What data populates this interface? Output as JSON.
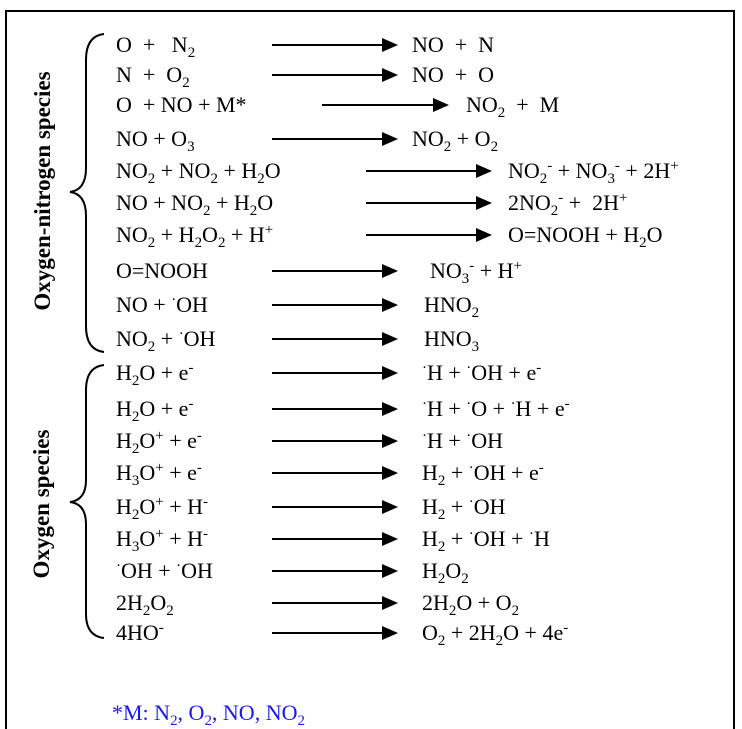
{
  "groups": {
    "oxygen_nitrogen": "Oxygen-nitrogen species",
    "oxygen": "Oxygen species"
  },
  "footnote": "*M: N<sub>2</sub>, O<sub>2</sub>, NO, NO<sub>2</sub>",
  "reactions": [
    {
      "lhs": "O &nbsp;+ &nbsp; N<sub>2</sub>",
      "rhs": "NO &nbsp;+ &nbsp;N"
    },
    {
      "lhs": "N &nbsp;+ &nbsp;O<sub>2</sub>",
      "rhs": "NO &nbsp;+ &nbsp;O"
    },
    {
      "lhs": "O &nbsp;+ NO + M*",
      "rhs": "NO<sub>2</sub> &nbsp;+ &nbsp;M"
    },
    {
      "lhs": "NO + O<sub>3</sub>",
      "rhs": "NO<sub>2</sub> + O<sub>2</sub>"
    },
    {
      "lhs": "NO<sub>2</sub> + NO<sub>2</sub> + H<sub>2</sub>O",
      "rhs": "NO<sub>2</sub><sup>-</sup> + NO<sub>3</sub><sup>-</sup> + 2H<sup>+</sup>"
    },
    {
      "lhs": "NO + NO<sub>2</sub> + H<sub>2</sub>O",
      "rhs": "2NO<sub>2</sub><sup>-</sup> + &nbsp;2H<sup>+</sup>"
    },
    {
      "lhs": "NO<sub>2</sub> + H<sub>2</sub>O<sub>2</sub> + H<sup>+</sup>",
      "rhs": "O=NOOH + H<sub>2</sub>O"
    },
    {
      "lhs": "O=NOOH",
      "rhs": "NO<sub>3</sub><sup>-</sup> + H<sup>+</sup>"
    },
    {
      "lhs": "NO + <sup>&middot;</sup>OH",
      "rhs": "HNO<sub>2</sub>"
    },
    {
      "lhs": "NO<sub>2</sub> + <sup>&middot;</sup>OH",
      "rhs": "HNO<sub>3</sub>"
    },
    {
      "lhs": "H<sub>2</sub>O + e<sup>-</sup>",
      "rhs": "<sup>&middot;</sup>H + <sup>&middot;</sup>OH + e<sup>-</sup>"
    },
    {
      "lhs": "H<sub>2</sub>O + e<sup>-</sup>",
      "rhs": "<sup>&middot;</sup>H + <sup>&middot;</sup>O + <sup>&middot;</sup>H + e<sup>-</sup>"
    },
    {
      "lhs": "H<sub>2</sub>O<sup>+</sup> + e<sup>-</sup>",
      "rhs": "<sup>&middot;</sup>H + <sup>&middot;</sup>OH"
    },
    {
      "lhs": "H<sub>3</sub>O<sup>+</sup> + e<sup>-</sup>",
      "rhs": "H<sub>2</sub> + <sup>&middot;</sup>OH + e<sup>-</sup>"
    },
    {
      "lhs": "H<sub>2</sub>O<sup>+</sup> + H<sup>-</sup>",
      "rhs": "H<sub>2</sub> + <sup>&middot;</sup>OH"
    },
    {
      "lhs": "H<sub>3</sub>O<sup>+</sup> + H<sup>-</sup>",
      "rhs": "H<sub>2</sub> + <sup>&middot;</sup>OH + <sup>&middot;</sup>H"
    },
    {
      "lhs": "<sup>&middot;</sup>OH + <sup>&middot;</sup>OH",
      "rhs": "H<sub>2</sub>O<sub>2</sub>"
    },
    {
      "lhs": "2H<sub>2</sub>O<sub>2</sub>",
      "rhs": "2H<sub>2</sub>O + O<sub>2</sub>"
    },
    {
      "lhs": "4HO<sup>-</sup>",
      "rhs": "O<sub>2</sub> + 2H<sub>2</sub>O + 4e<sup>-</sup>"
    }
  ]
}
